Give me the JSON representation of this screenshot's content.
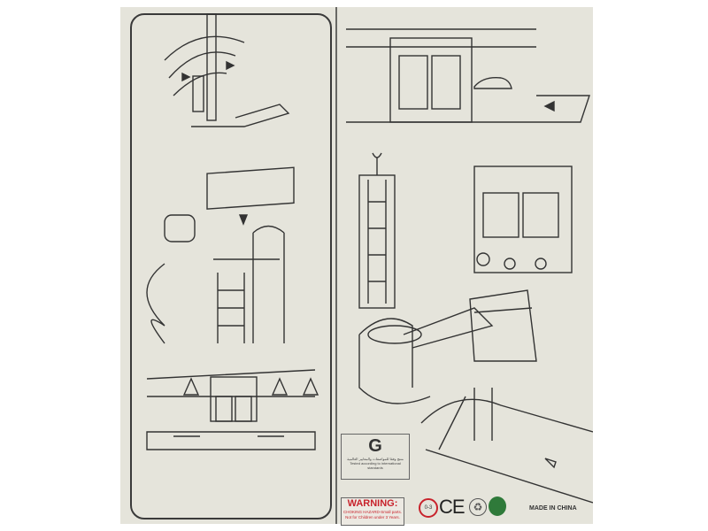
{
  "standards": {
    "arabic_text": "منتج وفقا للمواصفات والمعايير العالمية",
    "english_text": "Tested according to international standards"
  },
  "warning": {
    "title": "WARNING:",
    "line1": "CHOKING HAZARD-Small parts.",
    "line2": "Not for Children under 3 Years."
  },
  "age_icon_label": "0-3",
  "ce_mark": "CE",
  "recycle_icon": "recycle-icon",
  "origin": "MADE IN CHINA",
  "colors": {
    "sheet": "#e5e4db",
    "warning": "#c8232c",
    "green_dot": "#2f7a3a"
  }
}
